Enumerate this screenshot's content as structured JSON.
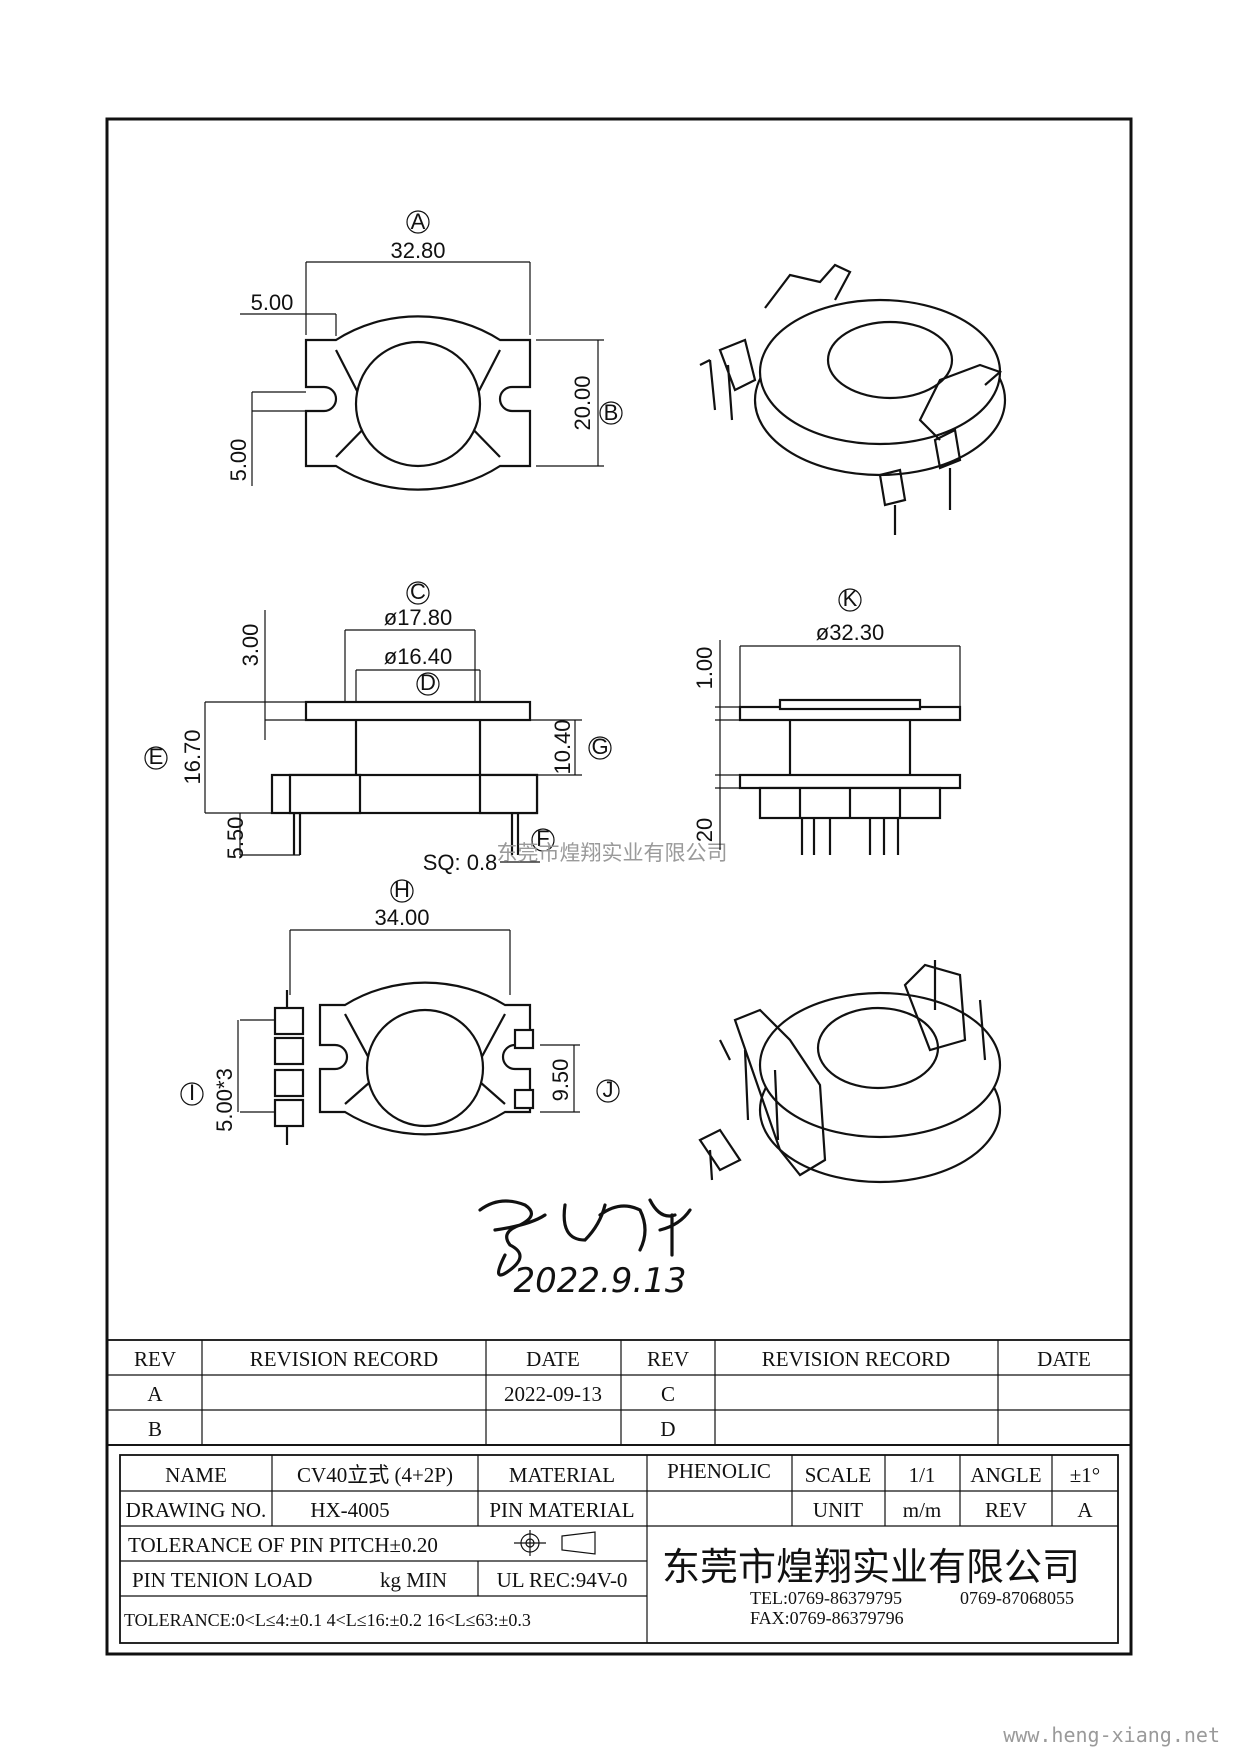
{
  "views": {
    "top": {
      "label_a": "A",
      "width": "32.80",
      "flange": "5.00",
      "label_b": "B",
      "height": "20.00",
      "slot": "5.00"
    },
    "front": {
      "label_c": "C",
      "outer_dia": "ø17.80",
      "inner_dia": "ø16.40",
      "label_d": "D",
      "top_flange": "3.00",
      "label_e": "E",
      "total_height": "16.70",
      "winding_height": "10.40",
      "label_g": "G",
      "pin_length": "5.50",
      "label_f": "F",
      "pin_square": "SQ: 0.8"
    },
    "side": {
      "label_k": "K",
      "dia": "ø32.30",
      "top": "1.00",
      "bottom": "20"
    },
    "bottom": {
      "label_h": "H",
      "width": "34.00",
      "label_i": "I",
      "pitch": "5.00*3",
      "label_j": "J",
      "slot": "9.50"
    }
  },
  "signature": {
    "date": "2022.9.13"
  },
  "watermark": "东莞市煌翔实业有限公司",
  "revision_table": {
    "headers": [
      "REV",
      "REVISION RECORD",
      "DATE",
      "REV",
      "REVISION RECORD",
      "DATE"
    ],
    "rows": [
      [
        "A",
        "",
        "2022-09-13",
        "C",
        "",
        ""
      ],
      [
        "B",
        "",
        "",
        "D",
        "",
        ""
      ]
    ]
  },
  "title_block": {
    "name_label": "NAME",
    "name_value": "CV40立式 (4+2P)",
    "material_label": "MATERIAL",
    "material_value": "PHENOLIC",
    "scale_label": "SCALE",
    "scale_value": "1/1",
    "angle_label": "ANGLE",
    "angle_value": "±1°",
    "drawing_no_label": "DRAWING NO.",
    "drawing_no_value": "HX-4005",
    "pin_material_label": "PIN MATERIAL",
    "unit_label": "UNIT",
    "unit_value": "m/m",
    "rev_label": "REV",
    "rev_value": "A",
    "pin_pitch_tolerance": "TOLERANCE OF PIN PITCH±0.20",
    "pin_load_label": "PIN TENION LOAD",
    "pin_load_unit": "kg MIN",
    "ul_rec": "UL REC:94V-0",
    "tolerance_line": "TOLERANCE:0<L≤4:±0.1  4<L≤16:±0.2  16<L≤63:±0.3",
    "company": "东莞市煌翔实业有限公司",
    "tel": "TEL:0769-86379795",
    "tel2": "0769-87068055",
    "fax": "FAX:0769-86379796"
  },
  "footer": {
    "website": "www.heng-xiang.net"
  }
}
